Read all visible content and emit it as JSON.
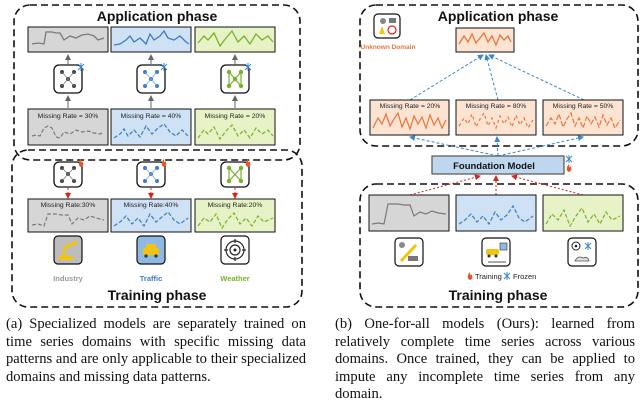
{
  "colors": {
    "gray_fill": "#d6d6d6",
    "gray_line": "#7a7a7a",
    "blue_fill": "#cfe1f4",
    "blue_line": "#3a7cc7",
    "green_fill": "#e7f3c6",
    "green_line": "#79b12b",
    "orange_fill": "#fde3d2",
    "orange_line": "#e8763d",
    "orange_text": "#e8763d",
    "fm_fill": "#bed7ef",
    "fm_border": "#555555",
    "red_arrow": "#d9261c",
    "blue_arrow": "#3d86c6",
    "icon_yellow": "#f1c40f"
  },
  "left": {
    "application_title": "Application phase",
    "training_title": "Training phase",
    "app_missing_labels": [
      "Missing Rate = 30%",
      "Missing Rate = 40%",
      "Missing Rate = 20%"
    ],
    "train_missing_labels": [
      "Missing Rate:30%",
      "Missing Rate:40%",
      "Missing Rate:20%"
    ],
    "domains": [
      "Industry",
      "Traffic",
      "Weather"
    ]
  },
  "right": {
    "application_title": "Application phase",
    "training_title": "Training phase",
    "unknown_domain": "Unknown Domain",
    "missing_labels": [
      "Missing Rate = 20%",
      "Missing Rate = 80%",
      "Missing Rate = 50%"
    ],
    "foundation_model": "Foundation Model",
    "legend_training": "Training",
    "legend_frozen": "Frozen"
  },
  "icons": {
    "fire": "fire-icon",
    "snowflake": "snowflake-icon",
    "industry": "industry-robot-icon",
    "traffic": "traffic-car-icon",
    "weather": "weather-target-icon"
  },
  "captions": {
    "a": "(a) Specialized models are separately trained on time series domains with specific missing data patterns and are only applicable to their specialized domains and missing data patterns.",
    "b": "(b) One-for-all models (Ours): learned from relatively complete time series across various domains. Once trained, they can be applied to impute any incomplete time series from any domain."
  }
}
